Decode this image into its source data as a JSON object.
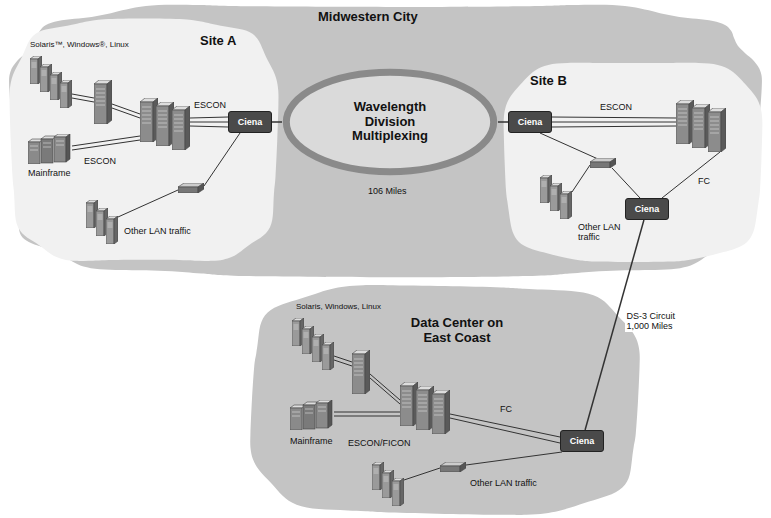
{
  "diagram": {
    "nodes": [
      {
        "text": [
          "Midwestern City"
        ]
      },
      {
        "text": [
          "Site A"
        ],
        "in": 0
      },
      {
        "text": [
          "Site B"
        ],
        "in": 0
      },
      {
        "text": [
          "Wavelength Division Multiplexing"
        ],
        "in": 0
      },
      {
        "text": [
          "Ciena"
        ],
        "in": 1
      },
      {
        "text": [
          "Ciena"
        ],
        "in": 2
      },
      {
        "text": [
          "Ciena"
        ],
        "in": 2
      },
      {
        "text": [
          "Data Center on East Coast"
        ]
      },
      {
        "text": [
          "Ciena"
        ],
        "in": 7
      }
    ],
    "edges": [
      {
        "from": 4,
        "to": 3,
        "arrow": "none"
      },
      {
        "from": 3,
        "to": 5,
        "arrow": "none"
      },
      {
        "from": 6,
        "to": 8,
        "label": "DS-3 Circuit 1,000 Miles",
        "arrow": "none"
      }
    ],
    "labels": [
      "Solaris™, Windows®, Linux",
      "ESCON",
      "ESCON",
      "Mainframe",
      "Other LAN traffic",
      "106 Miles",
      "ESCON",
      "FC",
      "Other LAN traffic",
      "Solaris, Windows, Linux",
      "ESCON/FICON",
      "FC",
      "Mainframe",
      "Other LAN traffic"
    ]
  }
}
